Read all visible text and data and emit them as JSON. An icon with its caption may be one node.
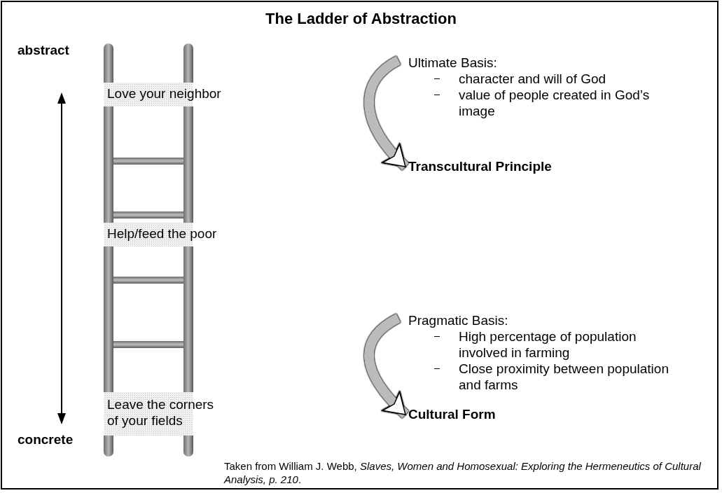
{
  "diagram": {
    "title": "The Ladder of Abstraction",
    "nodes": [
      {
        "text": [
          "Love your neighbor"
        ]
      },
      {
        "text": [
          "Help/feed the poor"
        ]
      },
      {
        "text": [
          "Leave the corners of your fields"
        ]
      },
      {
        "text": [
          "Ultimate Basis:",
          "character and will of God",
          "value of people created in God’s image"
        ]
      },
      {
        "text": [
          "Transcultural Principle"
        ]
      },
      {
        "text": [
          "Pragmatic Basis:",
          "High percentage of population involved in farming",
          "Close proximity between population and farms"
        ]
      },
      {
        "text": [
          "Cultural Form"
        ]
      }
    ],
    "edges": [
      {
        "from": 3,
        "to": 4,
        "arrow": "to"
      },
      {
        "from": 5,
        "to": 6,
        "arrow": "to"
      }
    ],
    "labels": [
      "abstract",
      "concrete"
    ],
    "caption": "Taken from William J. Webb, *Slaves, Women and Homosexual: Exploring the Hermeneutics of Cultural Analysis, p. 210*."
  }
}
